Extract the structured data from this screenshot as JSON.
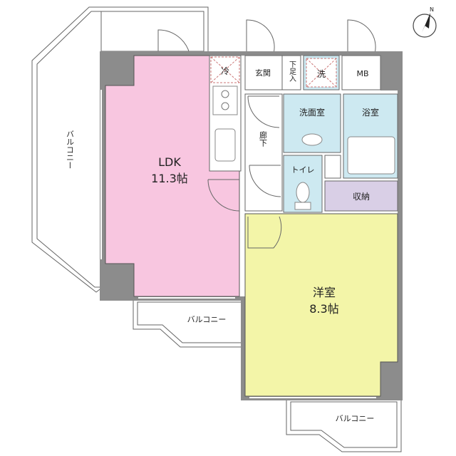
{
  "plan": {
    "compass_letter": "N",
    "rooms": {
      "ldk": {
        "name": "LDK",
        "size": "11.3帖",
        "color": "#f8c6e0"
      },
      "western": {
        "name": "洋室",
        "size": "8.3帖",
        "color": "#f3f5a8"
      },
      "bath": {
        "name": "浴室",
        "color": "#cde9f1"
      },
      "washroom": {
        "name": "洗面室",
        "color": "#cde9f1"
      },
      "toilet": {
        "name": "トイレ",
        "color": "#cde9f1"
      },
      "storage": {
        "name": "収納",
        "color": "#d9cfe6"
      }
    },
    "labels": {
      "fridge": "冷",
      "entrance": "玄関",
      "shoe_box": "下足入",
      "washer": "洗",
      "mb": "MB",
      "corridor": "廊下",
      "balcony_left": "バルコニー",
      "balcony_mid": "バルコニー",
      "balcony_bottom": "バルコニー"
    },
    "colors": {
      "wall": "#8c8c8c",
      "line": "#666666",
      "fixture": "#888888"
    }
  }
}
